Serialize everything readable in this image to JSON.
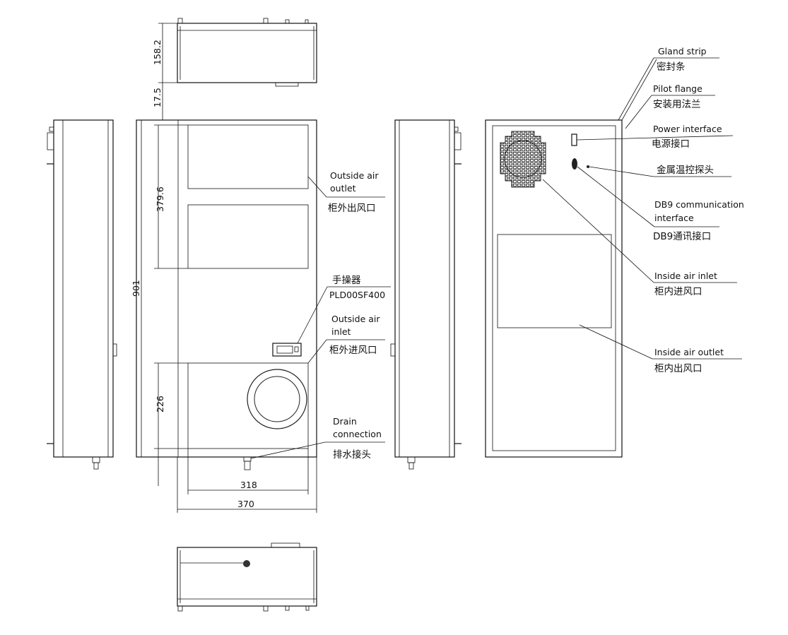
{
  "dimensions": {
    "top_depth": "158.2",
    "top_gap": "17.5",
    "outlet_height": "379.6",
    "total_height": "901",
    "inlet_height": "226",
    "grille_width": "318",
    "total_width": "370"
  },
  "front_labels": {
    "outside_outlet_en1": "Outside air",
    "outside_outlet_en2": "outlet",
    "outside_outlet_cn": "柜外出风口",
    "controller_cn": "手操器",
    "controller_model": "PLD00SF400",
    "outside_inlet_en1": "Outside air",
    "outside_inlet_en2": "inlet",
    "outside_inlet_cn": "柜外进风口",
    "drain_en1": "Drain",
    "drain_en2": "connection",
    "drain_cn": "排水接头"
  },
  "back_labels": {
    "gland_en": "Gland strip",
    "gland_cn": "密封条",
    "flange_en": "Pilot flange",
    "flange_cn": "安装用法兰",
    "power_en": "Power interface",
    "power_cn": "电源接口",
    "probe_cn": "金属温控探头",
    "db9_en1": "DB9 communication",
    "db9_en2": "interface",
    "db9_cn": "DB9通讯接口",
    "inside_inlet_en": "Inside air inlet",
    "inside_inlet_cn": "柜内进风口",
    "inside_outlet_en": "Inside air outlet",
    "inside_outlet_cn": "柜内出风口"
  }
}
